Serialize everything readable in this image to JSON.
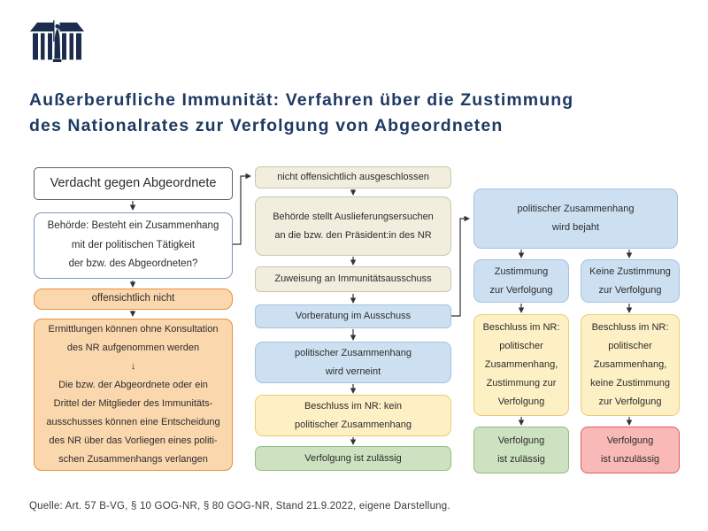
{
  "page": {
    "title": "Außerberufliche Immunität: Verfahren über die Zustimmung\ndes Nationalrates zur Verfolgung von Abgeordneten",
    "source": "Quelle: Art. 57 B-VG, § 10 GOG-NR, § 80 GOG-NR, Stand 21.9.2022, eigene Darstellung.",
    "logo": "austrian-parliament-logo"
  },
  "colors": {
    "title_navy": "#1e3a63",
    "logo_navy": "#1b2c4e",
    "white_fill": "#ffffff",
    "dark_border": "#566070",
    "steel_border": "#7d97b9",
    "orange_fill": "#fbd7ae",
    "orange_border": "#e8913e",
    "beige_fill": "#f2eede",
    "beige_border": "#c9c5b0",
    "blue_fill": "#cde0f2",
    "blue_border": "#a3c2e2",
    "yellow_fill": "#fdf0c4",
    "yellow_border": "#f2ca70",
    "green_fill": "#cde2c0",
    "green_border": "#94bd7e",
    "red_fill": "#f8b9b7",
    "red_border": "#e25c5c",
    "arrow": "#333333"
  },
  "flow": {
    "verdacht": "Verdacht gegen Abgeordnete",
    "behoerde_frage": "Behörde: Besteht ein Zusammenhang\nmit der politischen Tätigkeit\nder bzw. des Abgeordneten?",
    "offensichtlich_nicht": "offensichtlich nicht",
    "ermittlungen": "Ermittlungen können ohne Konsultation\ndes NR aufgenommen werden\n↓\nDie bzw. der Abgeordnete oder ein\nDrittel der Mitglieder des Immunitäts-\nausschusses können eine Entscheidung\ndes NR über das Vorliegen eines politi-\nschen Zusammenhangs verlangen",
    "nicht_ausgeschlossen": "nicht offensichtlich ausgeschlossen",
    "auslieferungsersuchen": "Behörde stellt Auslieferungsersuchen\nan die bzw. den Präsident:in des NR",
    "zuweisung": "Zuweisung an Immunitätsausschuss",
    "vorberatung": "Vorberatung im Ausschuss",
    "verneint": "politischer Zusammenhang\nwird verneint",
    "beschluss_kein": "Beschluss im NR: kein\npolitischer Zusammenhang",
    "zulaessig_mitte": "Verfolgung ist zulässig",
    "bejaht": "politischer Zusammenhang\nwird bejaht",
    "zustimmung": "Zustimmung\nzur Verfolgung",
    "keine_zustimmung": "Keine Zustimmung\nzur Verfolgung",
    "beschluss_zustimmung": "Beschluss im NR:\npolitischer\nZusammenhang,\nZustimmung zur\nVerfolgung",
    "beschluss_keine_zustimmung": "Beschluss im NR:\npolitischer\nZusammenhang,\nkeine Zustimmung\nzur Verfolgung",
    "zulaessig_rechts": "Verfolgung\nist zulässig",
    "unzulaessig": "Verfolgung\nist unzulässig"
  }
}
